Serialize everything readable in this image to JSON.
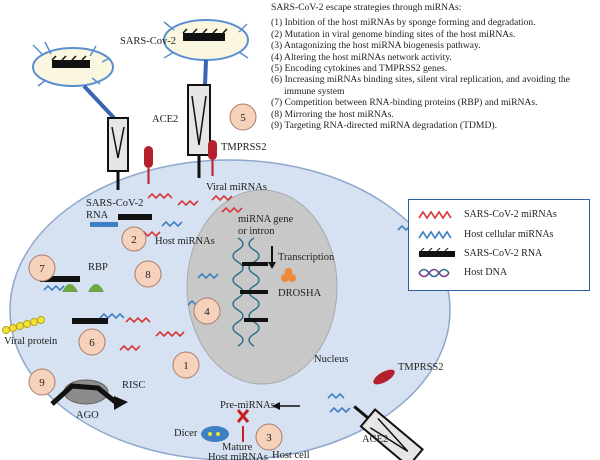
{
  "title": "SARS-CoV-2 escape strategies through miRNAs:",
  "strategies": [
    "(1) Inbition of the host miRNAs by sponge forming and degradation.",
    "(2) Mutation in viral genome binding sites of the host miRNAs.",
    "(3) Antagonizing the host miRNA biogenesis pathway.",
    "(4) Altering the host miRNAs network activity.",
    "(5) Encoding cytokines and TMPRSS2 genes.",
    "(6) Increasing miRNAs binding sites, silent viral replication, and avoiding the immune system",
    "(7) Competition between RNA-binding proteins (RBP) and miRNAs.",
    "(8) Mirroring the host miRNAs.",
    "(9) Targeting RNA-directed miRNA degradation (TDMD)."
  ],
  "legend": [
    {
      "label": "SARS-CoV-2 miRNAs",
      "icon": "red-mirna-icon",
      "color": "#d9383a"
    },
    {
      "label": "Host cellular miRNAs",
      "icon": "blue-mirna-icon",
      "color": "#3f7fc4"
    },
    {
      "label": "SARS-CoV-2 RNA",
      "icon": "viral-rna-icon",
      "color": "#111111"
    },
    {
      "label": "Host DNA",
      "icon": "dna-helix-icon",
      "color": "#2f6f8f"
    }
  ],
  "labels": {
    "virus": "SARS-Cov-2",
    "ace2_top": "ACE2",
    "tmprss2_top": "TMPRSS2",
    "viral_mirnas": "Viral miRNAs",
    "sars_rna_line1": "SARS-CoV-2",
    "sars_rna_line2": "RNA",
    "host_mirnas": "Host miRNAs",
    "rbp": "RBP",
    "viral_protein": "Viral protein",
    "mirna_gene_line1": "miRNA gene",
    "mirna_gene_line2": "or intron",
    "transcription": "Transcription",
    "drosha": "DROSHA",
    "nucleus": "Nucleus",
    "risc": "RISC",
    "ago": "AGO",
    "pre_mirnas": "Pre-miRNAs",
    "dicer": "Dicer",
    "mature_line1": "Mature",
    "mature_line2": "Host miRNAs",
    "host_cell": "Host cell",
    "tmprss2_bottom": "TMPRSS2",
    "ace2_bottom": "ACE2"
  },
  "badges": [
    "1",
    "2",
    "3",
    "4",
    "5",
    "6",
    "7",
    "8",
    "9"
  ],
  "colors": {
    "cell": "#d6e1f1",
    "cell_stroke": "#8ea7cc",
    "nucleus": "#c8c8c8",
    "badge": "#f6d2bd",
    "receptor_red": "#b4202b",
    "ace2_gray": "#e6e6e6"
  }
}
